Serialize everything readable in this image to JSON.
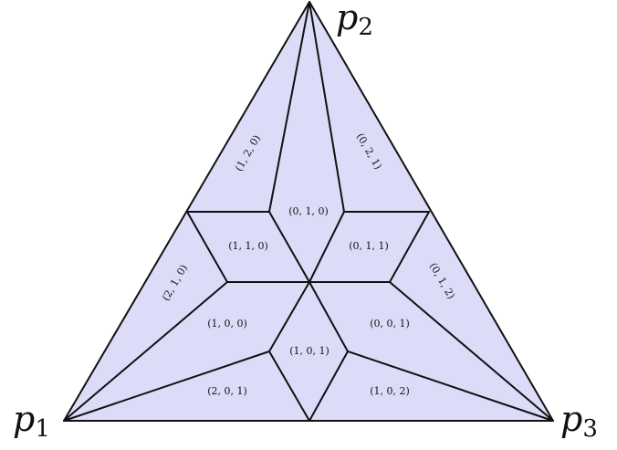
{
  "colors": {
    "fill": "#dcdcf8",
    "stroke": "#111111"
  },
  "vertices": {
    "p1": {
      "letter": "p",
      "sub": "1"
    },
    "p2": {
      "letter": "p",
      "sub": "2"
    },
    "p3": {
      "letter": "p",
      "sub": "3"
    }
  },
  "regions": {
    "r120": "(1, 2, 0)",
    "r021": "(0, 2, 1)",
    "r010": "(0, 1, 0)",
    "r110": "(1, 1, 0)",
    "r011": "(0, 1, 1)",
    "r210": "(2, 1, 0)",
    "r012": "(0, 1, 2)",
    "r100": "(1, 0, 0)",
    "r001": "(0, 0, 1)",
    "r101": "(1, 0, 1)",
    "r201": "(2, 0, 1)",
    "r102": "(1, 0, 2)"
  }
}
